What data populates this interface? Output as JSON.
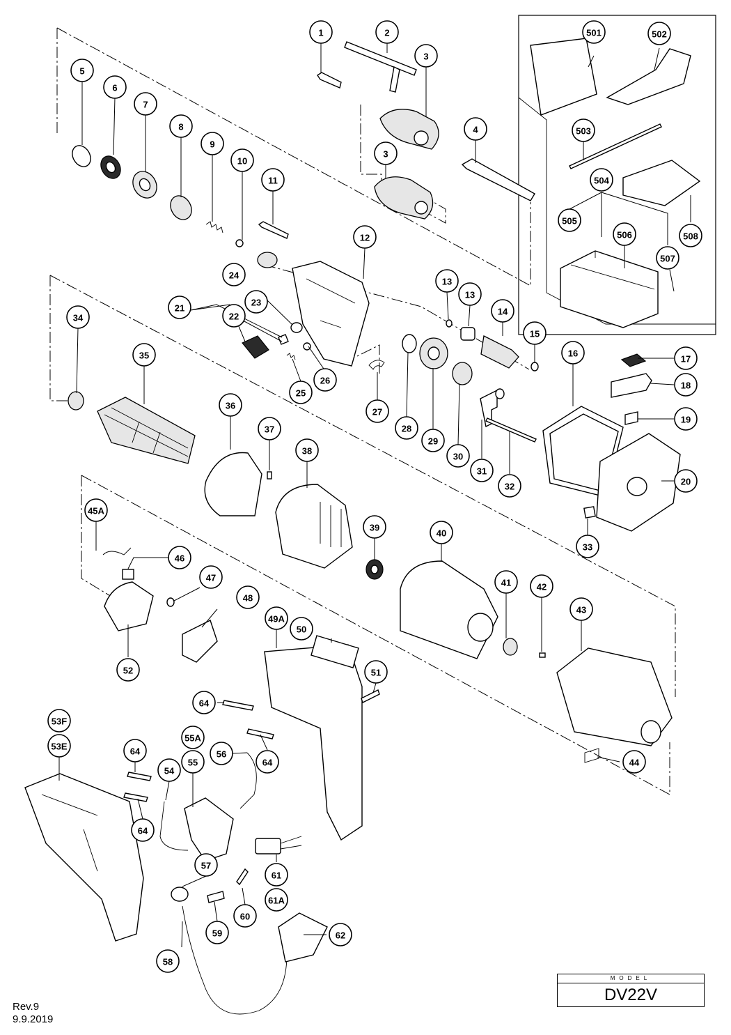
{
  "callouts": [
    "1",
    "2",
    "3",
    "3",
    "4",
    "5",
    "6",
    "7",
    "8",
    "9",
    "10",
    "11",
    "12",
    "13",
    "13",
    "14",
    "15",
    "16",
    "17",
    "18",
    "19",
    "20",
    "21",
    "22",
    "23",
    "24",
    "25",
    "26",
    "27",
    "28",
    "29",
    "30",
    "31",
    "32",
    "33",
    "34",
    "35",
    "36",
    "37",
    "38",
    "39",
    "40",
    "41",
    "42",
    "43",
    "44",
    "45A",
    "46",
    "47",
    "48",
    "49A",
    "50",
    "51",
    "52",
    "53F",
    "53E",
    "54",
    "55A",
    "55",
    "56",
    "57",
    "58",
    "59",
    "60",
    "61",
    "61A",
    "62",
    "64",
    "64",
    "64",
    "64",
    "501",
    "502",
    "503",
    "504",
    "505",
    "506",
    "507",
    "508"
  ],
  "model": {
    "label": "MODEL",
    "value": "DV22V"
  },
  "revision": {
    "rev": "Rev.9",
    "date": "9.9.2019"
  },
  "colors": {
    "line": "#000000",
    "background": "#ffffff"
  }
}
